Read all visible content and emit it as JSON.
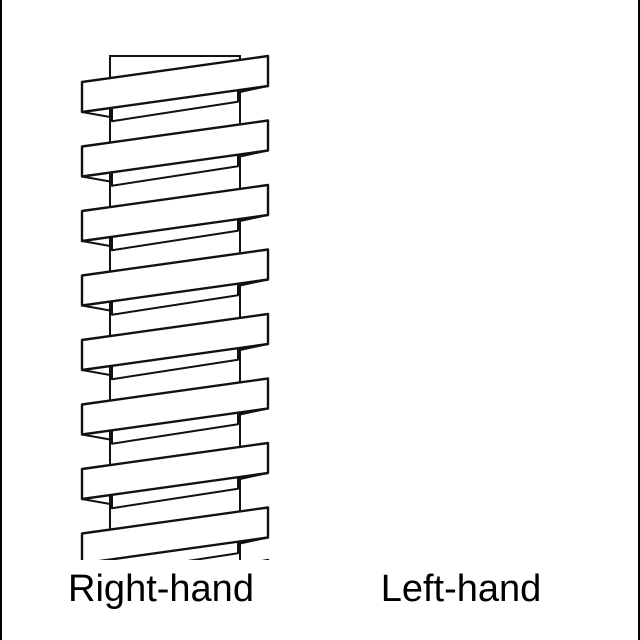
{
  "diagram": {
    "right_hand": {
      "label": "Right-hand"
    },
    "left_hand": {
      "label": "Left-hand"
    },
    "turns": 8,
    "colors": {
      "background": "#000000",
      "paper": "#ffffff",
      "stroke": "#111111",
      "fill": "#ffffff"
    }
  }
}
